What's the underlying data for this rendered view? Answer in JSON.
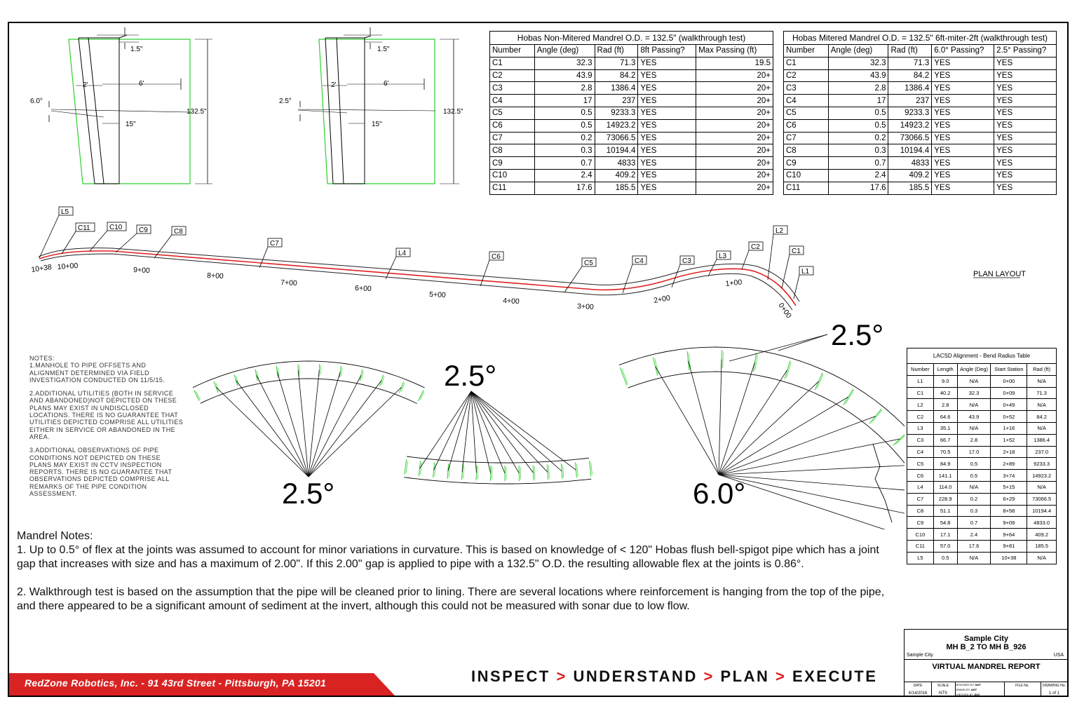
{
  "drawing1": {
    "dim_top": "1.5\"",
    "dim_2": "2'",
    "dim_6": "6'",
    "dim_15": "15\"",
    "angle": "6.0°",
    "height": "132.5\""
  },
  "drawing2": {
    "dim_top": "1.5\"",
    "dim_2": "2'",
    "dim_6": "6'",
    "dim_15": "15\"",
    "angle": "2.5°",
    "height": "132.5\""
  },
  "table_nonmitered": {
    "caption": "Hobas Non-Mitered Mandrel O.D. = 132.5\" (walkthrough test)",
    "headers": [
      "Number",
      "Angle (deg)",
      "Rad (ft)",
      "8ft Passing?",
      "Max Passing (ft)"
    ],
    "rows": [
      [
        "C1",
        "32.3",
        "71.3",
        "YES",
        "19.5"
      ],
      [
        "C2",
        "43.9",
        "84.2",
        "YES",
        "20+"
      ],
      [
        "C3",
        "2.8",
        "1386.4",
        "YES",
        "20+"
      ],
      [
        "C4",
        "17",
        "237",
        "YES",
        "20+"
      ],
      [
        "C5",
        "0.5",
        "9233.3",
        "YES",
        "20+"
      ],
      [
        "C6",
        "0.5",
        "14923.2",
        "YES",
        "20+"
      ],
      [
        "C7",
        "0.2",
        "73066.5",
        "YES",
        "20+"
      ],
      [
        "C8",
        "0.3",
        "10194.4",
        "YES",
        "20+"
      ],
      [
        "C9",
        "0.7",
        "4833",
        "YES",
        "20+"
      ],
      [
        "C10",
        "2.4",
        "409.2",
        "YES",
        "20+"
      ],
      [
        "C11",
        "17.6",
        "185.5",
        "YES",
        "20+"
      ]
    ]
  },
  "table_mitered": {
    "caption": "Hobas  Mitered Mandrel O.D. = 132.5\" 6ft-miter-2ft (walkthrough test)",
    "headers": [
      "Number",
      "Angle (deg)",
      "Rad (ft)",
      "6.0° Passing?",
      "2.5° Passing?"
    ],
    "rows": [
      [
        "C1",
        "32.3",
        "71.3",
        "YES",
        "YES"
      ],
      [
        "C2",
        "43.9",
        "84.2",
        "YES",
        "YES"
      ],
      [
        "C3",
        "2.8",
        "1386.4",
        "YES",
        "YES"
      ],
      [
        "C4",
        "17",
        "237",
        "YES",
        "YES"
      ],
      [
        "C5",
        "0.5",
        "9233.3",
        "YES",
        "YES"
      ],
      [
        "C6",
        "0.5",
        "14923.2",
        "YES",
        "YES"
      ],
      [
        "C7",
        "0.2",
        "73066.5",
        "YES",
        "YES"
      ],
      [
        "C8",
        "0.3",
        "10194.4",
        "YES",
        "YES"
      ],
      [
        "C9",
        "0.7",
        "4833",
        "YES",
        "YES"
      ],
      [
        "C10",
        "2.4",
        "409.2",
        "YES",
        "YES"
      ],
      [
        "C11",
        "17.6",
        "185.5",
        "YES",
        "YES"
      ]
    ]
  },
  "plan": {
    "title": "PLAN LAYOUT",
    "segment_labels": [
      "L5",
      "C11",
      "C10",
      "C9",
      "C8",
      "C7",
      "L4",
      "C6",
      "C5",
      "C4",
      "C3",
      "L3",
      "C2",
      "L2",
      "C1",
      "L1"
    ],
    "stations": [
      "10+38",
      "10+00",
      "9+00",
      "8+00",
      "7+00",
      "6+00",
      "5+00",
      "4+00",
      "3+00",
      "2+00",
      "1+00",
      "0+00"
    ]
  },
  "bend_angles": {
    "left": "2.5°",
    "middle": "2.5°",
    "right_top": "2.5°",
    "right_bottom": "6.0°"
  },
  "notes": {
    "heading": "NOTES:",
    "items": [
      "1.MANHOLE TO PIPE OFFSETS AND ALIGNMENT DETERMINED VIA FIELD INVESTIGATION CONDUCTED ON 11/5/15.",
      "2.ADDITIONAL UTILITIES (BOTH IN SERVICE AND ABANDONED)NOT DEPICTED ON THESE PLANS MAY EXIST IN UNDISCLOSED LOCATIONS. THERE IS NO GUARANTEE THAT UTILITIES DEPICTED COMPRISE ALL UTILITIES EITHER IN SERVICE OR ABANDONED IN THE AREA.",
      "3.ADDITIONAL OBSERVATIONS OF PIPE CONDITIONS NOT DEPICTED ON THESE PLANS MAY EXIST IN CCTV INSPECTION REPORTS. THERE IS NO GUARANTEE THAT OBSERVATIONS DEPICTED COMPRISE ALL REMARKS OF THE PIPE CONDITION ASSESSMENT."
    ]
  },
  "lacsd_table": {
    "caption": "LACSD Alignment - Bend Radius Table",
    "headers": [
      "Number",
      "Length",
      "Angle (Deg)",
      "Start Station",
      "Rad (ft)"
    ],
    "rows": [
      [
        "L1",
        "9.0",
        "N/A",
        "0+00",
        "N/A"
      ],
      [
        "C1",
        "40.2",
        "32.3",
        "0+09",
        "71.3"
      ],
      [
        "L2",
        "2.8",
        "N/A",
        "0+49",
        "N/A"
      ],
      [
        "C2",
        "64.6",
        "43.9",
        "0+52",
        "84.2"
      ],
      [
        "L3",
        "35.1",
        "N/A",
        "1+16",
        "N/A"
      ],
      [
        "C3",
        "66.7",
        "2.8",
        "1+52",
        "1386.4"
      ],
      [
        "C4",
        "70.5",
        "17.0",
        "2+18",
        "237.0"
      ],
      [
        "C5",
        "84.9",
        "0.5",
        "2+89",
        "9233.3"
      ],
      [
        "C6",
        "141.1",
        "0.5",
        "3+74",
        "14923.2"
      ],
      [
        "L4",
        "114.0",
        "N/A",
        "5+15",
        "N/A"
      ],
      [
        "C7",
        "228.9",
        "0.2",
        "6+29",
        "73066.5"
      ],
      [
        "C8",
        "51.1",
        "0.3",
        "8+58",
        "10194.4"
      ],
      [
        "C9",
        "54.8",
        "0.7",
        "9+09",
        "4833.0"
      ],
      [
        "C10",
        "17.1",
        "2.4",
        "9+64",
        "409.2"
      ],
      [
        "C11",
        "57.0",
        "17.6",
        "9+81",
        "185.5"
      ],
      [
        "L5",
        "0.5",
        "N/A",
        "10+38",
        "N/A"
      ]
    ]
  },
  "mandrel_notes": {
    "heading": "Mandrel Notes:",
    "note1": "1. Up to 0.5° of flex at the joints was assumed to account for minor variations in curvature. This is based on knowledge of < 120\" Hobas flush bell-spigot pipe which has a joint gap that increases with size and has a maximum of 2.00\". If this 2.00\" gap is applied to pipe with a 132.5\" O.D. the resulting allowable flex at the joints is 0.86°.",
    "note2": "2. Walkthrough test is based on the assumption that the pipe will be cleaned prior to lining. There are several locations where reinforcement is hanging from the top of the pipe, and there appeared to be a significant amount of sediment at the invert, although this could not be measured with sonar due to low flow."
  },
  "footer": {
    "address": "RedZone Robotics, Inc. - 91 43rd Street - Pittsburgh, PA 15201",
    "slogan": [
      "INSPECT",
      "UNDERSTAND",
      "PLAN",
      "EXECUTE"
    ],
    "arrow": ">",
    "brand_red": "#e02020"
  },
  "title_block": {
    "city": "Sample City",
    "segment": "MH B_2 TO MH B_926",
    "sub_city": "Sample City",
    "country": "USA",
    "report": "VIRTUAL MANDREL REPORT",
    "date_label": "DATE",
    "date": "4/14/2016",
    "scale_label": "SCALE",
    "scale": "NTS",
    "designed_label": "DESIGNED BY",
    "designed": "AMT",
    "drawn_label": "DRAWN BY",
    "drawn": "AMT",
    "checked_label": "CHECKED BY",
    "checked": "JDG",
    "file_label": "FILE No.",
    "drawing_label": "DRAWING No.",
    "drawing": "1  of  1"
  }
}
